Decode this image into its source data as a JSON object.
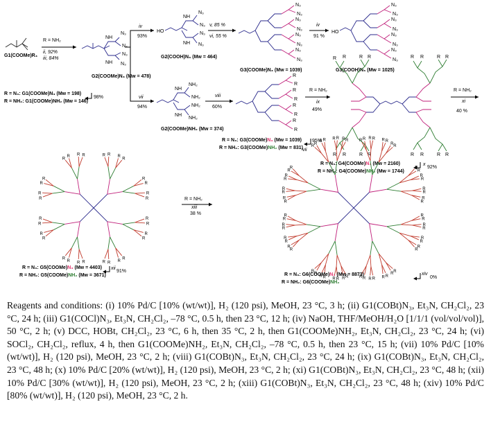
{
  "colors": {
    "g1": "#222222",
    "g2": "#2b2b8c",
    "g3": "#c01f7a",
    "g4": "#2e7d32",
    "g5": "#c0392b",
    "highlight_n3": "#e0336e",
    "highlight_nh2": "#2e7d32"
  },
  "compounds": {
    "g1": "G1(COOMe)R₃",
    "g1_n3": "R = N₃: G1(COOMe)N₃ (Mw = 198)",
    "g1_nh2": "R = NH₂: G1(COOMe)NH₂ (Mw = 146)",
    "g2_n3": "G2(COOMe)N₃ (Mw = 478)",
    "g2_cooh": "G2(COOH)N₃ (Mw = 464)",
    "g2_nh2": "G2(COOMe)NH₂ (Mw = 374)",
    "g3_n3_top": "G3(COOMe)N₃ (Mw = 1039)",
    "g3_cooh": "G3(COOH)N₃ (Mw = 1025)",
    "g3_pre": "R = N₃: G3(COOMe)",
    "g3_hl_n3": "N₃",
    "g3_post_n3": " (Mw = 1039)",
    "g3_pre2": "R = NH₂: G3(COOMe)",
    "g3_hl_nh2": "NH₂",
    "g3_post_nh2": " (Mw = 831)",
    "g4_pre": "R = N₃: G4(COOMe)",
    "g4_post_n3": " (Mw = 2160)",
    "g4_pre2": "R = NH₂: G4(COOMe)",
    "g4_post_nh2": " (Mw = 1744)",
    "g5_pre": "R = N₃: G5(COOMe)",
    "g5_post_n3": " (Mw = 4403)",
    "g5_pre2": "R = NH₂: G5(COOMe)",
    "g5_post_nh2": " (Mw = 3671)",
    "g6_pre": "R = N₃: G6(COOMe)",
    "g6_post_n3": " (Mw = 8873)",
    "g6_pre2": "R = NH₂: G6(COOMe)",
    "g6_post_nh2": ""
  },
  "steps": {
    "s1_r": "R = NH₂",
    "s1_ii": "ii, 92%",
    "s1_iii": "iii, 84%",
    "iv_cond": "iv",
    "iv_yield": "93%",
    "v_cond": "v, 85 %",
    "vi_cond": "vi, 55 %",
    "iv2_cond": "iv",
    "iv2_yield": "91 %",
    "i_yield": "98%",
    "vii_cond": "vii",
    "vii_yield": "94%",
    "viii_cond": "viii",
    "viii_yield": "60%",
    "ix_r": "R = NH₂",
    "ix_cond": "ix",
    "ix_yield": "49%",
    "xi_r": "R = NH₂",
    "xi_cond": "xi",
    "xi_yield": "40 %",
    "vii2_cond": "vii",
    "vii2_yield": "95%",
    "x_cond": "x",
    "x_yield": "92%",
    "xiii_r": "R = NH₂",
    "xiii_cond": "xiii",
    "xiii_yield": "38 %",
    "xii_cond": "xii",
    "xii_yield": "91%",
    "xiv_cond": "xiv",
    "xiv_yield": "0%"
  },
  "atoms": {
    "n3": "N₃",
    "nh": "NH",
    "hn": "HN",
    "o": "O",
    "r": "R",
    "ho": "HO",
    "nh2": "NH₂"
  },
  "reagents_text": "Reagents and conditions: (i) 10% Pd/C [10% (wt/wt)], H₂ (120 psi), MeOH, 23 °C, 3 h; (ii) G1(COBt)N₃, Et₃N, CH₂Cl₂, 23 °C, 24 h; (iii) G1(COCl)N₃, Et₃N, CH₂Cl₂, –78 °C, 0.5 h, then 23 °C, 12 h; (iv) NaOH, THF/MeOH/H₂O [1/1/1 (vol/vol/vol)], 50 °C, 2 h; (v) DCC, HOBt, CH₂Cl₂, 23 °C, 6 h, then 35 °C, 2 h, then G1(COOMe)NH₂, Et₃N, CH₂Cl₂, 23 °C, 24 h; (vi) SOCl₂, CH₂Cl₂, reflux, 4 h, then G1(COOMe)NH₂, Et₃N, CH₂Cl₂, –78 °C, 0.5 h, then 23 °C, 15 h; (vii) 10% Pd/C [10% (wt/wt)], H₂ (120 psi), MeOH, 23 °C, 2 h; (viii) G1(COBt)N₃, Et₃N, CH₂Cl₂, 23 °C, 24 h; (ix) G1(COBt)N₃, Et₃N, CH₂Cl₂, 23 °C, 48 h; (x) 10% Pd/C [20% (wt/wt)], H₂ (120 psi), MeOH, 23 °C, 2 h; (xi) G1(COBt)N₃, Et₃N, CH₂Cl₂, 23 °C, 48 h; (xii) 10% Pd/C [30% (wt/wt)], H₂ (120 psi), MeOH, 23 °C, 2 h; (xiii) G1(COBt)N₃, Et₃N, CH₂Cl₂, 23 °C, 48 h; (xiv) 10% Pd/C [80% (wt/wt)], H₂ (120 psi), MeOH, 23 °C, 2 h."
}
